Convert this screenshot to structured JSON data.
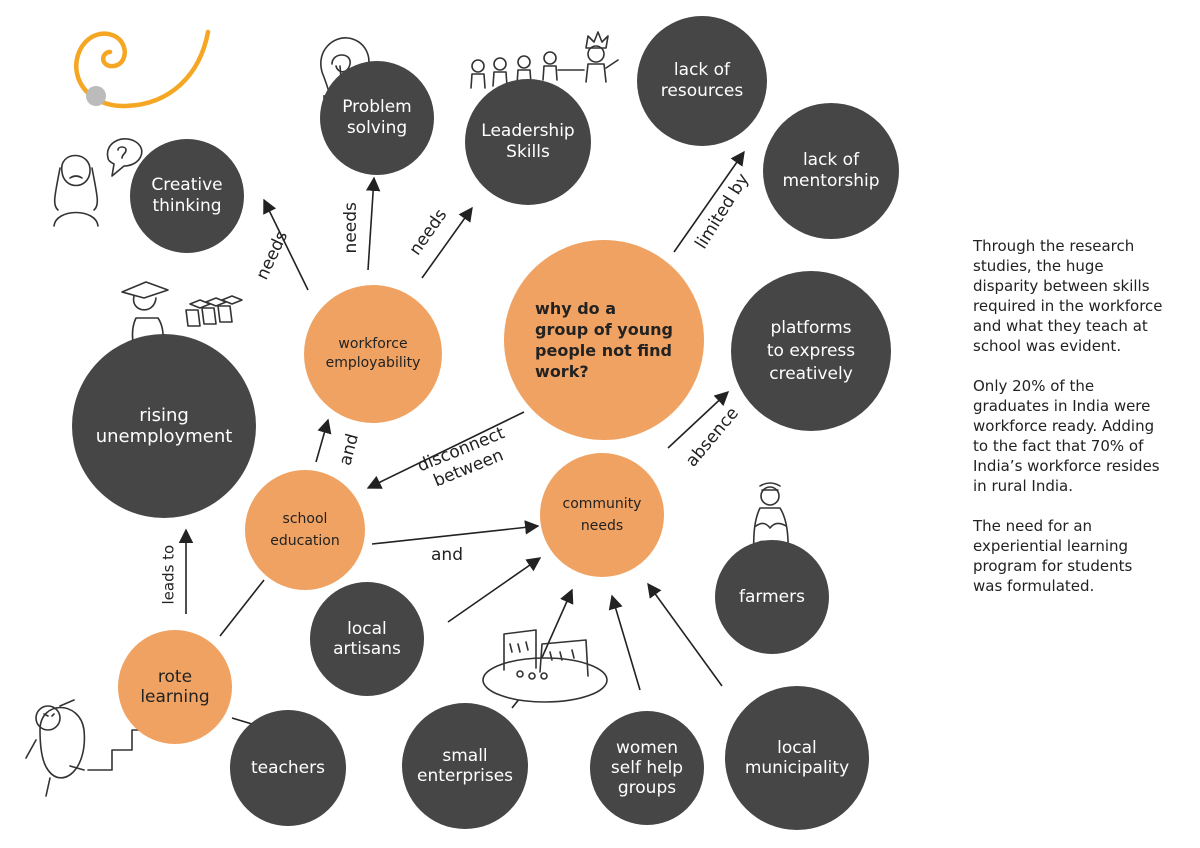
{
  "colors": {
    "dark_node": "#464646",
    "orange_node": "#F0A262",
    "logo_orange": "#F5A623",
    "arrow": "#222222"
  },
  "nodes": {
    "creative_thinking": "Creative\nthinking",
    "problem_solving": "Problem\nsolving",
    "leadership_skills": "Leadership\nSkills",
    "lack_of_resources": "lack of\nresources",
    "lack_of_mentorship": "lack of\nmentorship",
    "rising_unemployment": "rising\nunemployment",
    "workforce_employability": "workforce\nemployability",
    "central_question": "why do a\ngroup of young\npeople not find\nwork?",
    "platforms": "platforms\nto express\ncreatively",
    "school_education": "school\neducation",
    "community_needs": "community\nneeds",
    "farmers": "farmers",
    "local_artisans": "local\nartisans",
    "rote_learning": "rote\nlearning",
    "teachers": "teachers",
    "small_enterprises": "small\nenterprises",
    "women_shg": "women\nself help\ngroups",
    "local_municipality": "local\nmunicipality"
  },
  "edge_labels": {
    "needs_1": "needs",
    "needs_2": "needs",
    "needs_3": "needs",
    "limited_by": "limited by",
    "and_1": "and",
    "disconnect_between": "disconnect\nbetween",
    "absence": "absence",
    "and_2": "and",
    "leads_to": "leads to"
  },
  "side_text": {
    "p1": "Through the research studies, the huge disparity between skills required in the workforce and what they teach at school was evident.",
    "p2": "Only 20% of the graduates in India were workforce ready. Adding to the fact that 70% of India’s workforce resides in rural India.",
    "p3": "The need for an experiential learning program for students was formulated."
  }
}
